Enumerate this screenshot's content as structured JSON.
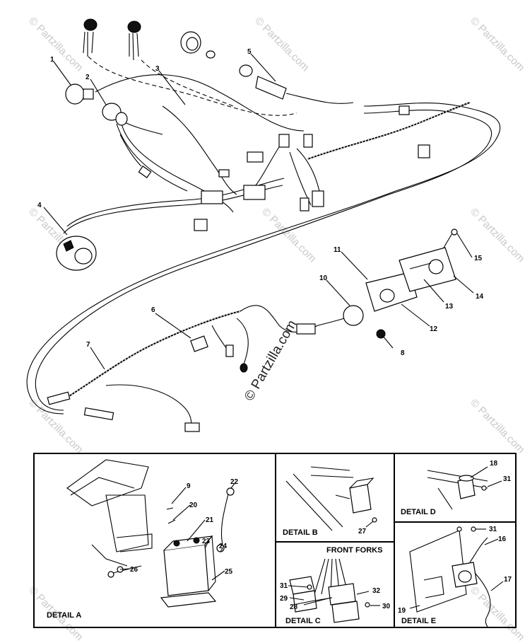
{
  "watermark": {
    "text": "© Partzilla.com"
  },
  "callouts": [
    "1",
    "2",
    "3",
    "4",
    "5",
    "6",
    "7",
    "8",
    "10",
    "11",
    "12",
    "13",
    "14",
    "15"
  ],
  "details": {
    "a": {
      "label": "DETAIL A",
      "callouts": [
        "9",
        "20",
        "21",
        "22",
        "23",
        "24",
        "25",
        "26"
      ]
    },
    "b": {
      "label": "DETAIL B",
      "callouts": [
        "27"
      ]
    },
    "c": {
      "label": "DETAIL C",
      "heading": "FRONT FORKS",
      "callouts": [
        "28",
        "29",
        "30",
        "31",
        "32"
      ]
    },
    "d": {
      "label": "DETAIL D",
      "callouts": [
        "18",
        "31"
      ]
    },
    "e": {
      "label": "DETAIL E",
      "callouts": [
        "16",
        "17",
        "19",
        "31"
      ]
    }
  }
}
